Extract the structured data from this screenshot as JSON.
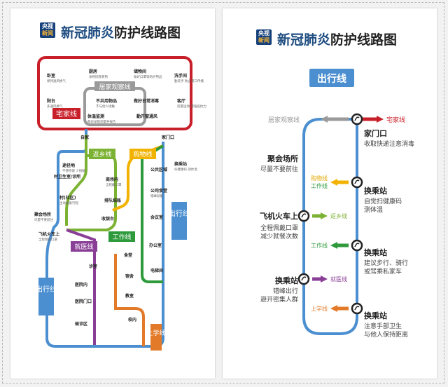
{
  "logo": {
    "line1": "央视",
    "line2": "新闻"
  },
  "title": {
    "part1": "新冠肺炎",
    "part2": "防护线路图"
  },
  "left_map": {
    "lines": {
      "home": "宅家线",
      "observe": "居家观察线",
      "go_home": "返乡线",
      "shopping": "购物线",
      "work": "工作线",
      "medical": "就医线",
      "school": "上学线",
      "travel": "出行线"
    },
    "stations": [
      {
        "name": "卧室",
        "note": "保持通风换气"
      },
      {
        "name": "厨房",
        "note": "食物彻底煮熟"
      },
      {
        "name": "储物间",
        "note": "备好口罩等防护用品"
      },
      {
        "name": "洗手间",
        "note": "勤洗手 防止粪口传播"
      },
      {
        "name": "阳台",
        "note": "多通风换气"
      },
      {
        "name": "客厅",
        "note": "适量运动 增强抵抗力"
      },
      {
        "name": "不共用物品",
        "note": "不与他人接触"
      },
      {
        "name": "体温监测",
        "note": "每日早晚测量并报告"
      },
      {
        "name": "做好日常消毒",
        "note": ""
      },
      {
        "name": "勤开窗通风",
        "note": ""
      },
      {
        "name": "自家",
        "note": ""
      },
      {
        "name": "家门口",
        "note": ""
      },
      {
        "name": "换乘站",
        "note": "扫健康码 测体温"
      },
      {
        "name": "途径地",
        "note": "不便停留 少接触"
      },
      {
        "name": "村(社区)",
        "note": "主动报备行程"
      },
      {
        "name": "村卫生室/诊所",
        "note": ""
      },
      {
        "name": "聚会场所",
        "note": "尽量不要前往"
      },
      {
        "name": "飞机火车上",
        "note": "全程佩戴口罩"
      },
      {
        "name": "商场内",
        "note": "全程戴口罩"
      },
      {
        "name": "排队结账",
        "note": ""
      },
      {
        "name": "收银台",
        "note": ""
      },
      {
        "name": "公共区域",
        "note": ""
      },
      {
        "name": "公司食堂",
        "note": "错峰就餐"
      },
      {
        "name": "会议室",
        "note": ""
      },
      {
        "name": "办公室",
        "note": ""
      },
      {
        "name": "电梯间",
        "note": ""
      },
      {
        "name": "诊室",
        "note": ""
      },
      {
        "name": "医院内",
        "note": ""
      },
      {
        "name": "医院门口",
        "note": ""
      },
      {
        "name": "候诊区",
        "note": ""
      },
      {
        "name": "食堂",
        "note": ""
      },
      {
        "name": "宿舍",
        "note": ""
      },
      {
        "name": "教室",
        "note": ""
      },
      {
        "name": "校内",
        "note": ""
      }
    ]
  },
  "right_map": {
    "line_name": "出行线",
    "branches": {
      "observe": "居家观察线",
      "home": "宅家线",
      "shopping_a": "购物线",
      "shopping_b": "工作线",
      "go_home": "返乡线",
      "work": "工作线",
      "medical": "就医线",
      "school": "上学线"
    },
    "stops": [
      {
        "name": "家门口",
        "note": "收取快递注意消毒"
      },
      {
        "name": "聚会场所",
        "note": "尽量不要前往"
      },
      {
        "name": "换乘站",
        "note": "自觉扫健康码 测体温"
      },
      {
        "name": "飞机火车上",
        "note": "全程佩戴口罩 减少就餐次数"
      },
      {
        "name": "换乘站",
        "note": "建议步行、骑行 或驾乘私家车"
      },
      {
        "name": "换乘站",
        "note": "错峰出行 避开密集人群"
      },
      {
        "name": "换乘站",
        "note": "注意手部卫生 与他人保持距离"
      }
    ]
  },
  "colors": {
    "red": "#c8202a",
    "gray": "#9a9a9a",
    "green": "#7cb233",
    "yellow": "#f2b200",
    "darkgreen": "#2e9a3c",
    "purple": "#8a3f97",
    "orange": "#e37a2a",
    "blue": "#4b8fd1"
  }
}
